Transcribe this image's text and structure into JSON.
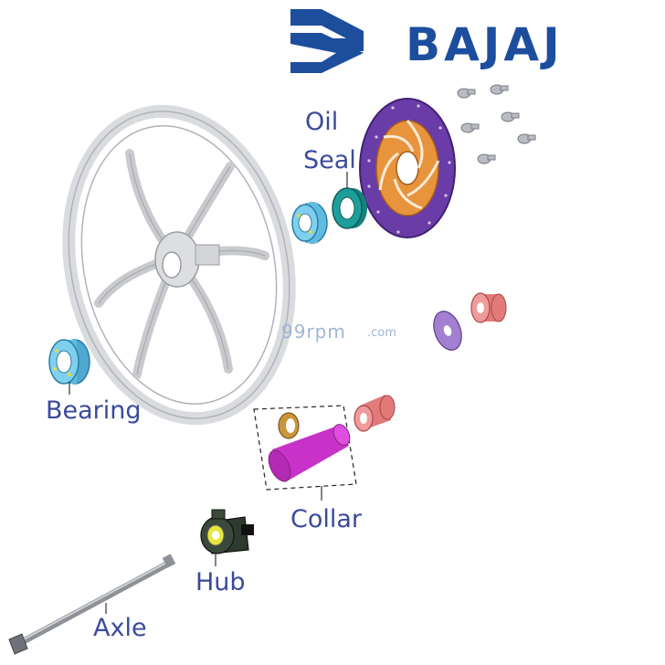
{
  "brand": {
    "name": "BAJAJ",
    "color": "#1d4e9e"
  },
  "watermark": {
    "main": "99rpm",
    "suffix": ".com"
  },
  "labels": {
    "oil_seal_line1": "Oil",
    "oil_seal_line2": "Seal",
    "bearing": "Bearing",
    "collar": "Collar",
    "hub": "Hub",
    "axle": "Axle"
  },
  "colors": {
    "label": "#3a4a9c",
    "bearing": "#5fbbe0",
    "oil_seal": "#1e9e9a",
    "disc_outer": "#6a3ca8",
    "disc_inner": "#e8943c",
    "collar": "#c832c8",
    "spacer": "#e88a8a"
  }
}
